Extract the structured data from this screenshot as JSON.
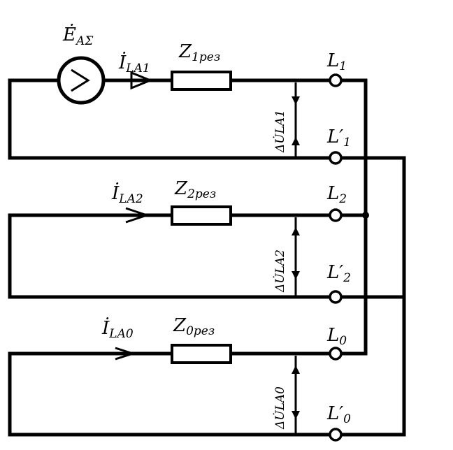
{
  "source": {
    "label": "Ė",
    "sub": "AΣ"
  },
  "branches": [
    {
      "current": "İ",
      "current_sub": "LA1",
      "impedance": "Z",
      "impedance_sub": "1рез",
      "voltage": "ΔU̇",
      "voltage_sub": "LA1",
      "term_top": "L",
      "term_top_sub": "1",
      "term_bot": "L′",
      "term_bot_sub": "1"
    },
    {
      "current": "İ",
      "current_sub": "LA2",
      "impedance": "Z",
      "impedance_sub": "2рез",
      "voltage": "ΔU̇",
      "voltage_sub": "LA2",
      "term_top": "L",
      "term_top_sub": "2",
      "term_bot": "L′",
      "term_bot_sub": "2"
    },
    {
      "current": "İ",
      "current_sub": "LA0",
      "impedance": "Z",
      "impedance_sub": "0рез",
      "voltage": "ΔU̇",
      "voltage_sub": "LA0",
      "term_top": "L",
      "term_top_sub": "0",
      "term_bot": "L′",
      "term_bot_sub": "0"
    }
  ]
}
